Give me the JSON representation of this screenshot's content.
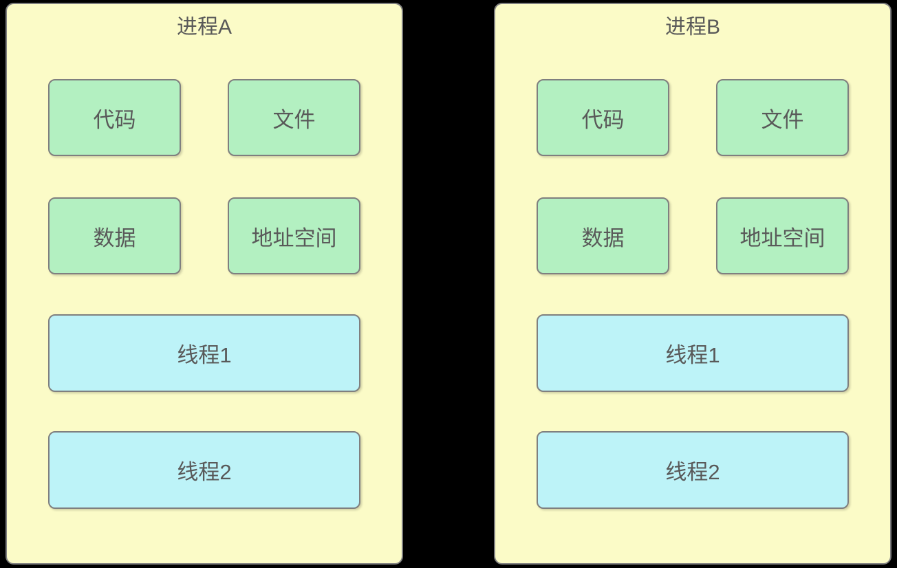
{
  "colors": {
    "page_bg": "#000000",
    "container_fill": "#FBFBC7",
    "box_green_fill": "#B3F0C1",
    "box_cyan_fill": "#BDF3F8",
    "border_color": "#7F7F7F",
    "text_color": "#595959"
  },
  "processes": [
    {
      "title": "进程A",
      "resources": [
        "代码",
        "文件",
        "数据",
        "地址空间"
      ],
      "threads": [
        "线程1",
        "线程2"
      ]
    },
    {
      "title": "进程B",
      "resources": [
        "代码",
        "文件",
        "数据",
        "地址空间"
      ],
      "threads": [
        "线程1",
        "线程2"
      ]
    }
  ]
}
